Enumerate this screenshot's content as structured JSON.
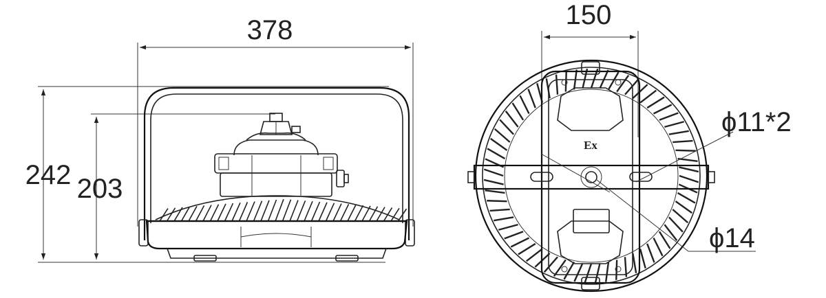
{
  "dimensions": {
    "overall_width": "378",
    "overall_height": "242",
    "body_height": "203",
    "mount_spacing": "150",
    "hole_spec": "ϕ11*2",
    "center_hole": "ϕ14"
  },
  "marking": "Ex"
}
